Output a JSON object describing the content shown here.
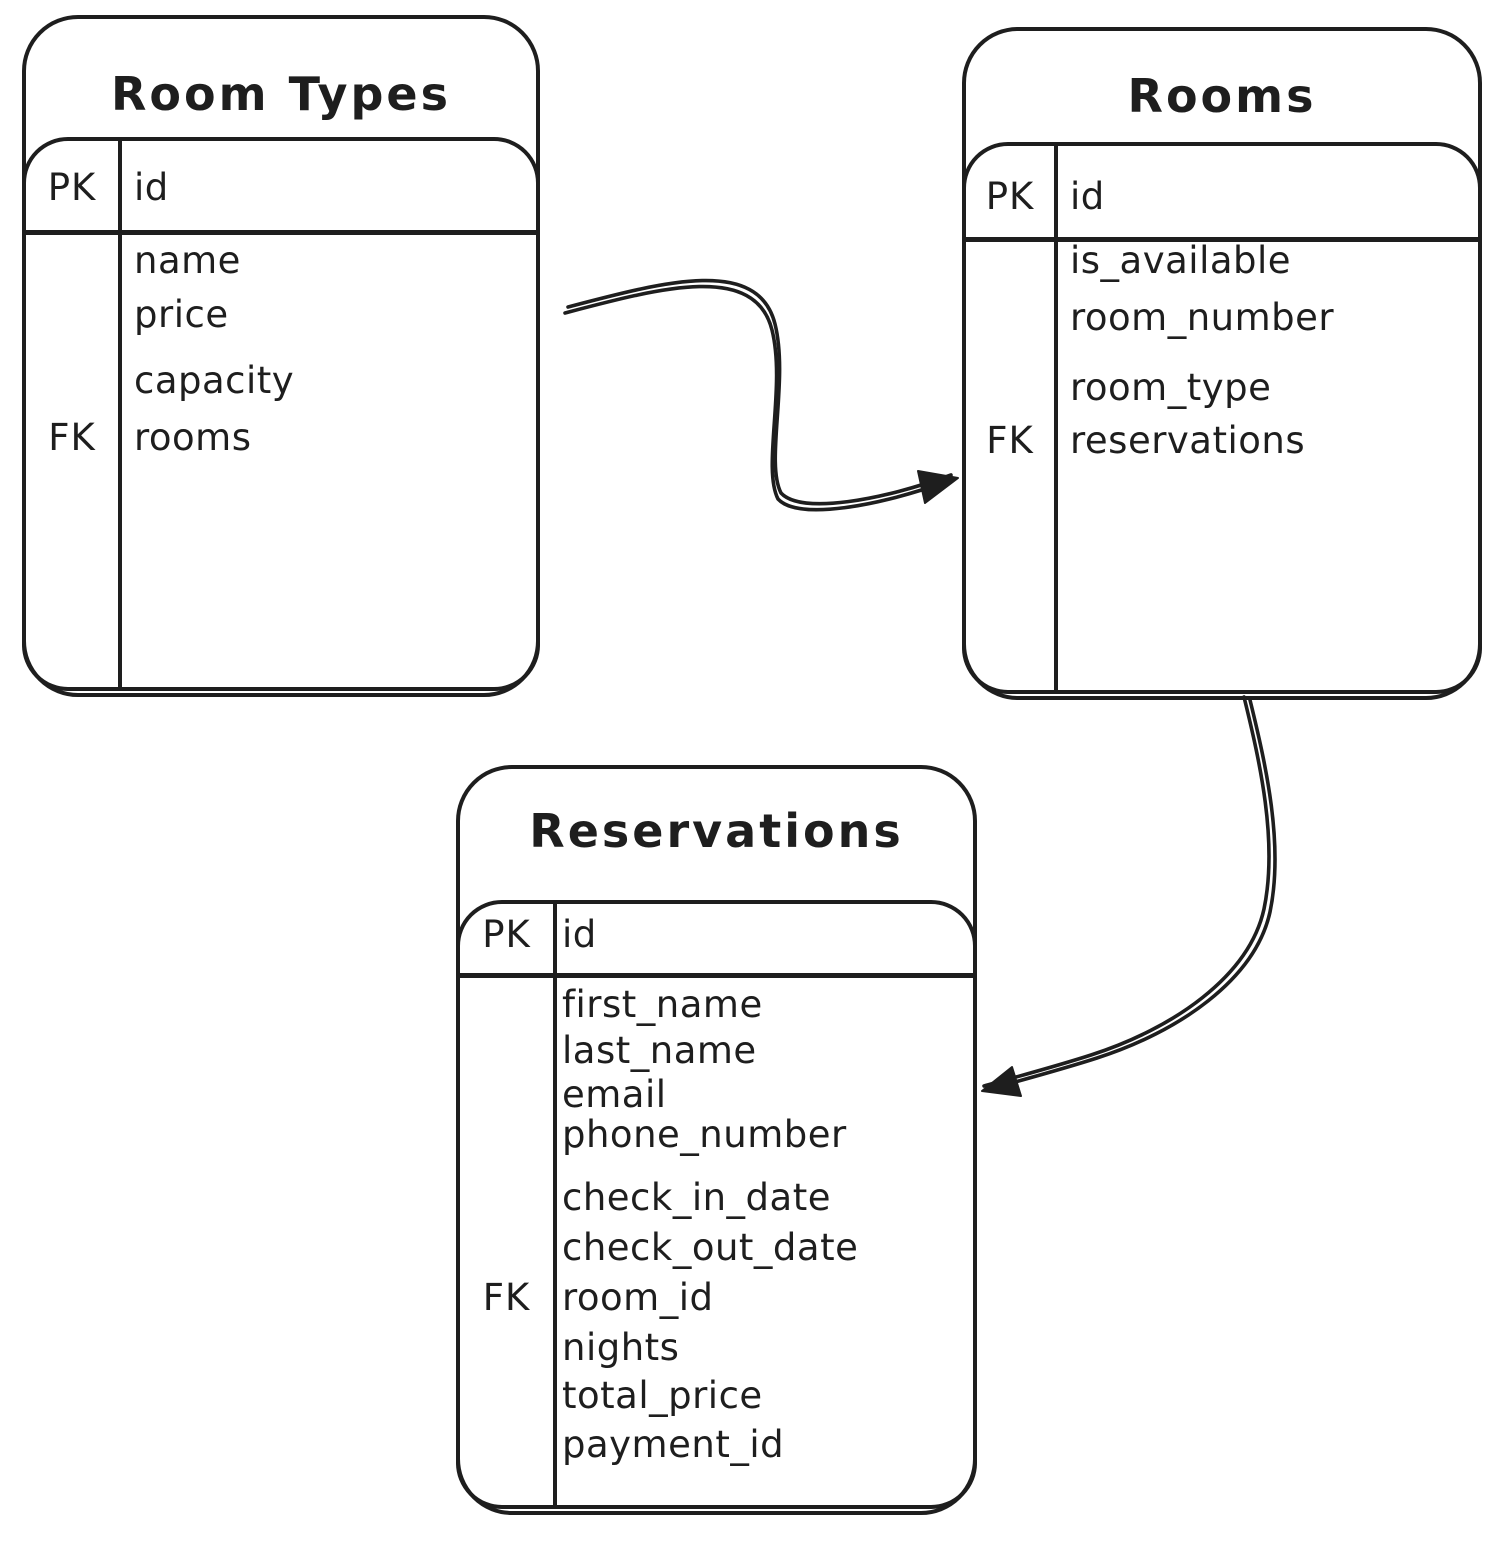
{
  "canvas": {
    "background": "#ffffff",
    "stroke_color": "#1e1e1e"
  },
  "tables": [
    {
      "title": "Room Types",
      "header": {
        "key": "PK",
        "field": "id"
      },
      "rows": [
        {
          "key": "",
          "field": "name"
        },
        {
          "key": "",
          "field": "price"
        },
        {
          "key": "",
          "field": "capacity"
        },
        {
          "key": "FK",
          "field": "rooms"
        }
      ]
    },
    {
      "title": "Rooms",
      "header": {
        "key": "PK",
        "field": "id"
      },
      "rows": [
        {
          "key": "",
          "field": "is_available"
        },
        {
          "key": "",
          "field": "room_number"
        },
        {
          "key": "",
          "field": "room_type"
        },
        {
          "key": "FK",
          "field": "reservations"
        }
      ]
    },
    {
      "title": "Reservations",
      "header": {
        "key": "PK",
        "field": "id"
      },
      "rows": [
        {
          "key": "",
          "field": "first_name"
        },
        {
          "key": "",
          "field": "last_name"
        },
        {
          "key": "",
          "field": "email"
        },
        {
          "key": "",
          "field": "phone_number"
        },
        {
          "key": "",
          "field": "check_in_date"
        },
        {
          "key": "",
          "field": "check_out_date"
        },
        {
          "key": "FK",
          "field": "room_id"
        },
        {
          "key": "",
          "field": "nights"
        },
        {
          "key": "",
          "field": "total_price"
        },
        {
          "key": "",
          "field": "payment_id"
        }
      ]
    }
  ],
  "relationships": [
    {
      "from": "Room Types",
      "to": "Rooms"
    },
    {
      "from": "Rooms",
      "to": "Reservations"
    }
  ]
}
